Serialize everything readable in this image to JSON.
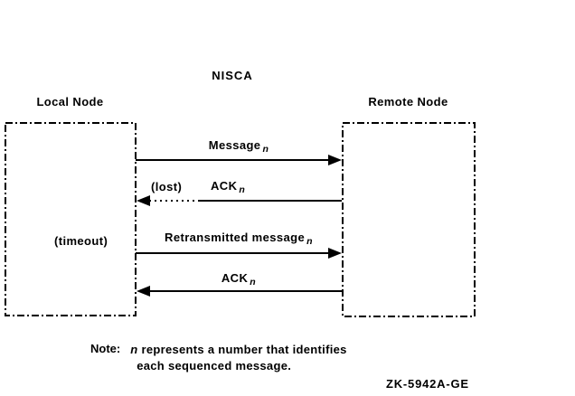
{
  "colors": {
    "ink": "#000000",
    "background": "#ffffff"
  },
  "diagram": {
    "title": "NISCA",
    "local_node_label": "Local Node",
    "remote_node_label": "Remote Node",
    "arrows": [
      {
        "label": "Message",
        "sub": "n",
        "direction": "local-to-remote",
        "style": "solid"
      },
      {
        "annotation": "(lost)",
        "label": "ACK",
        "sub": "n",
        "direction": "remote-to-local",
        "style": "solid-then-dotted"
      },
      {
        "annotation": "(timeout)",
        "label": "Retransmitted message",
        "sub": "n",
        "direction": "local-to-remote",
        "style": "solid"
      },
      {
        "label": "ACK",
        "sub": "n",
        "direction": "remote-to-local",
        "style": "solid"
      }
    ],
    "note": {
      "heading": "Note:",
      "variable": "n",
      "line1_rest": "represents a number that identifies",
      "line2": "each sequenced message."
    },
    "figure_id": "ZK-5942A-GE"
  }
}
